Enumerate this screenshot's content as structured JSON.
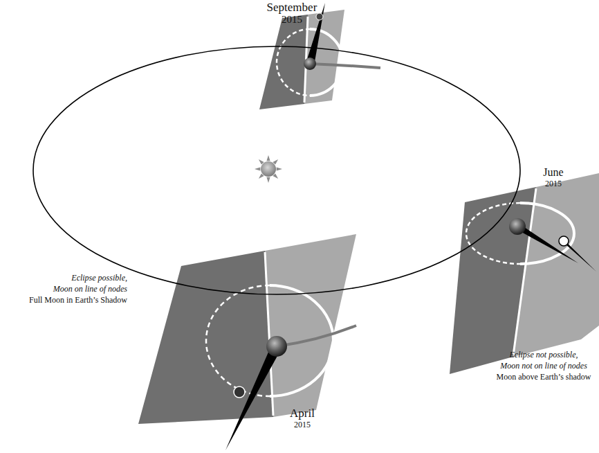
{
  "diagram": {
    "labels": [
      "September",
      "2015",
      "June",
      "2015",
      "April",
      "2015",
      "Eclipse possible,",
      "Moon on line of nodes",
      "Full Moon in Earth’s Shadow",
      "Eclipse not possible,",
      "Moon not on line of nodes",
      "Moon above Earth’s shadow"
    ]
  }
}
